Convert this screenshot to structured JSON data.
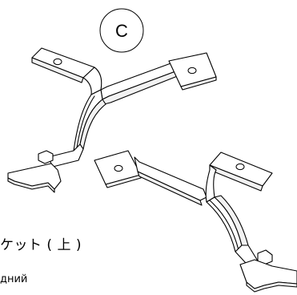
{
  "callout": {
    "letter": "C"
  },
  "captions": {
    "japanese": "ケット ( 上 )",
    "russian": "дний"
  }
}
